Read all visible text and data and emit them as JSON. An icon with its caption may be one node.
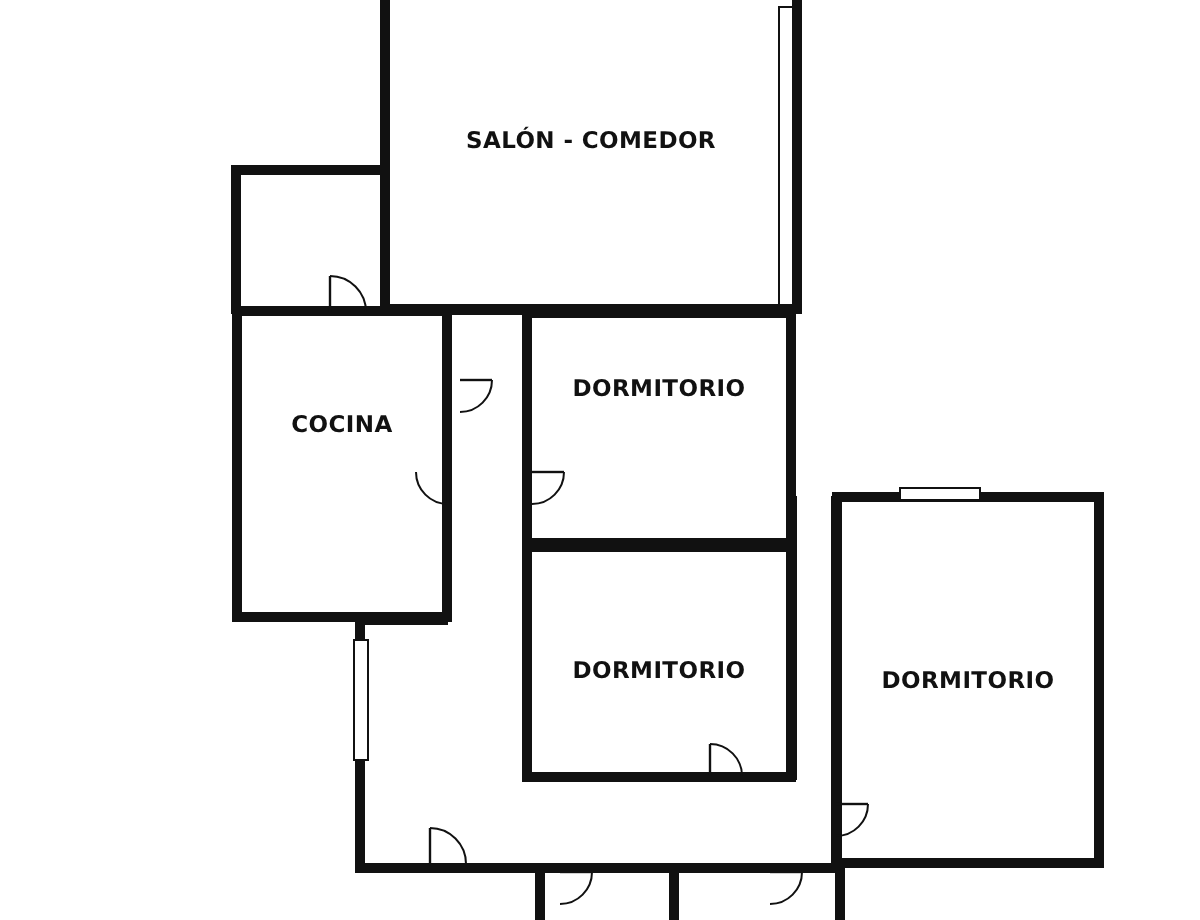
{
  "diagram": {
    "nodes": [
      {
        "text": [
          "SALÓN - COMEDOR"
        ]
      },
      {
        "text": [
          "COCINA"
        ]
      },
      {
        "text": [
          "DORMITORIO"
        ]
      },
      {
        "text": [
          "DORMITORIO"
        ]
      },
      {
        "text": [
          "DORMITORIO"
        ]
      }
    ]
  }
}
